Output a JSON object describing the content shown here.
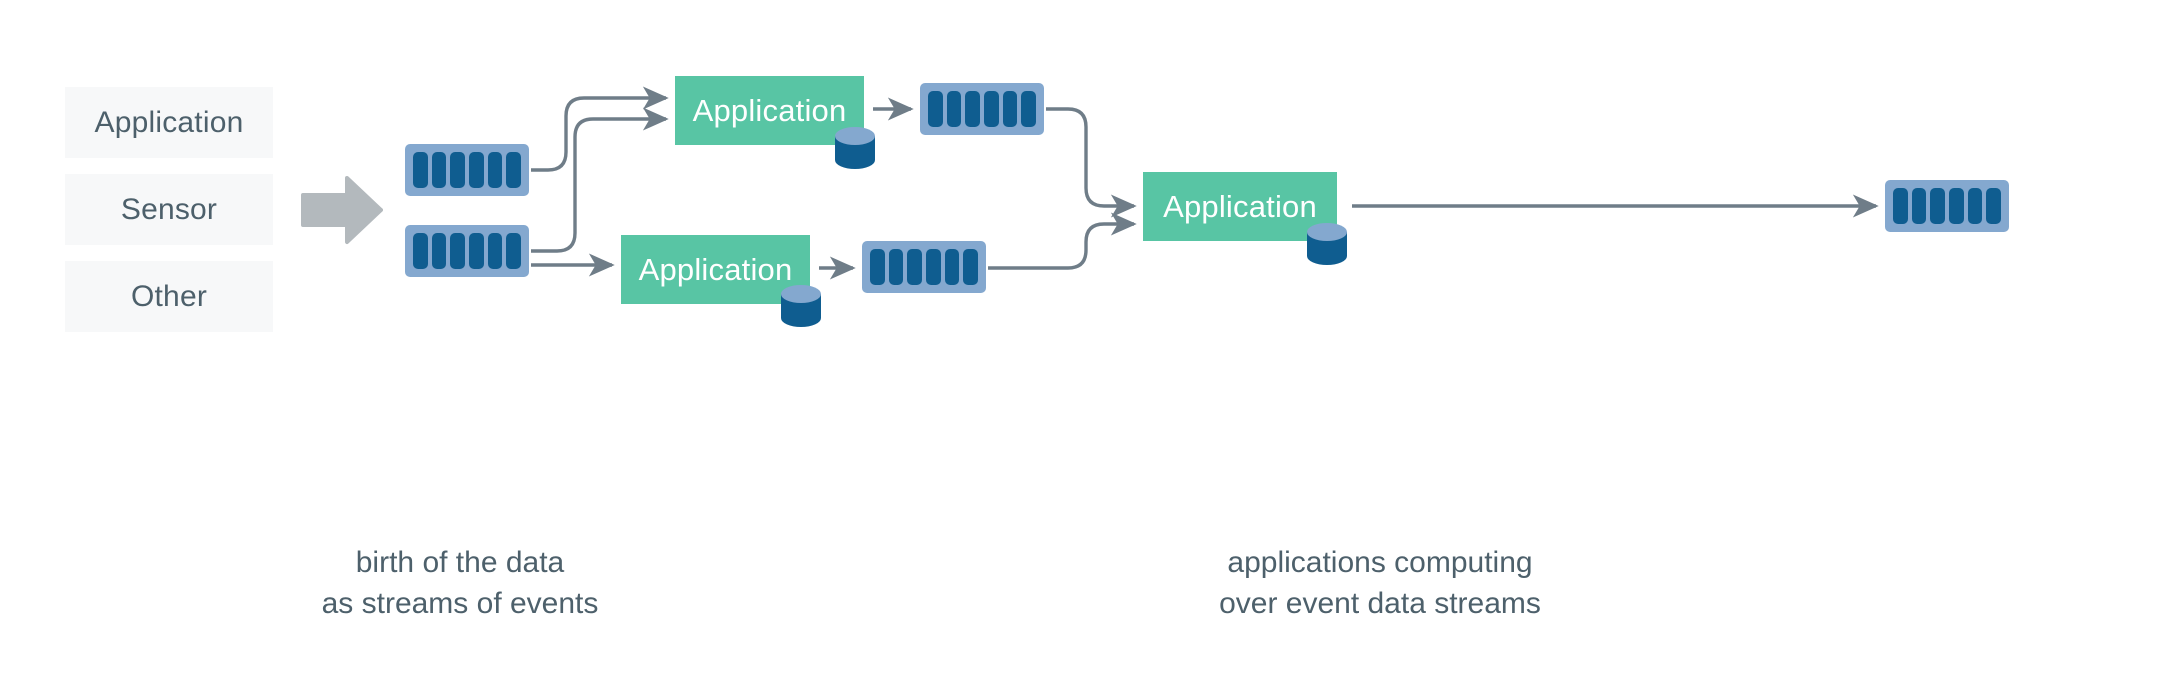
{
  "diagram": {
    "title": "event streaming data flow",
    "background_color": "#ffffff",
    "palette": {
      "source_box_bg": "#f7f8f9",
      "text_slate": "#4d606b",
      "stream_bg": "#84a8cf",
      "stream_bar": "#0f5d90",
      "app_bg": "#58c5a4",
      "app_text": "#ffffff",
      "arrow_block": "#b3b9bd",
      "wire": "#6f7d88",
      "cylinder_top": "#84a8cf",
      "cylinder_body": "#0f5d90"
    }
  },
  "sources": {
    "items": [
      {
        "label": "Application",
        "name": "source-application"
      },
      {
        "label": "Sensor",
        "name": "source-sensor"
      },
      {
        "label": "Other",
        "name": "source-other"
      }
    ]
  },
  "ingest_arrow": {
    "icon": "block-arrow-right-icon",
    "color": "#b3b9bd"
  },
  "streams": [
    {
      "id": "stream-top-left",
      "segments": 6,
      "label": ""
    },
    {
      "id": "stream-bottom-left",
      "segments": 6,
      "label": ""
    },
    {
      "id": "stream-top-mid",
      "segments": 6,
      "label": ""
    },
    {
      "id": "stream-bottom-mid",
      "segments": 6,
      "label": ""
    },
    {
      "id": "stream-right-output",
      "segments": 6,
      "label": ""
    }
  ],
  "applications": [
    {
      "id": "app-top",
      "label": "Application",
      "has_store": true
    },
    {
      "id": "app-bottom",
      "label": "Application",
      "has_store": true
    },
    {
      "id": "app-right",
      "label": "Application",
      "has_store": true
    }
  ],
  "stores": [
    {
      "id": "store-app-top",
      "icon": "database-cylinder-icon"
    },
    {
      "id": "store-app-bottom",
      "icon": "database-cylinder-icon"
    },
    {
      "id": "store-app-right",
      "icon": "database-cylinder-icon"
    }
  ],
  "captions": {
    "left": {
      "line1": "birth of the data",
      "line2": "as streams of events"
    },
    "right": {
      "line1": "applications computing",
      "line2": "over event data streams"
    }
  }
}
